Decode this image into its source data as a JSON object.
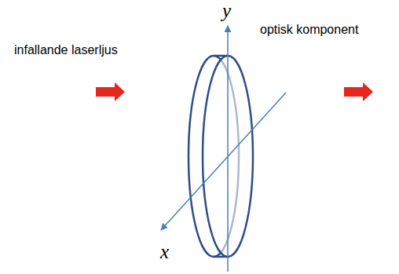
{
  "diagram": {
    "labels": [
      "y",
      "optisk komponent",
      "infallande laserljus",
      "x"
    ]
  }
}
